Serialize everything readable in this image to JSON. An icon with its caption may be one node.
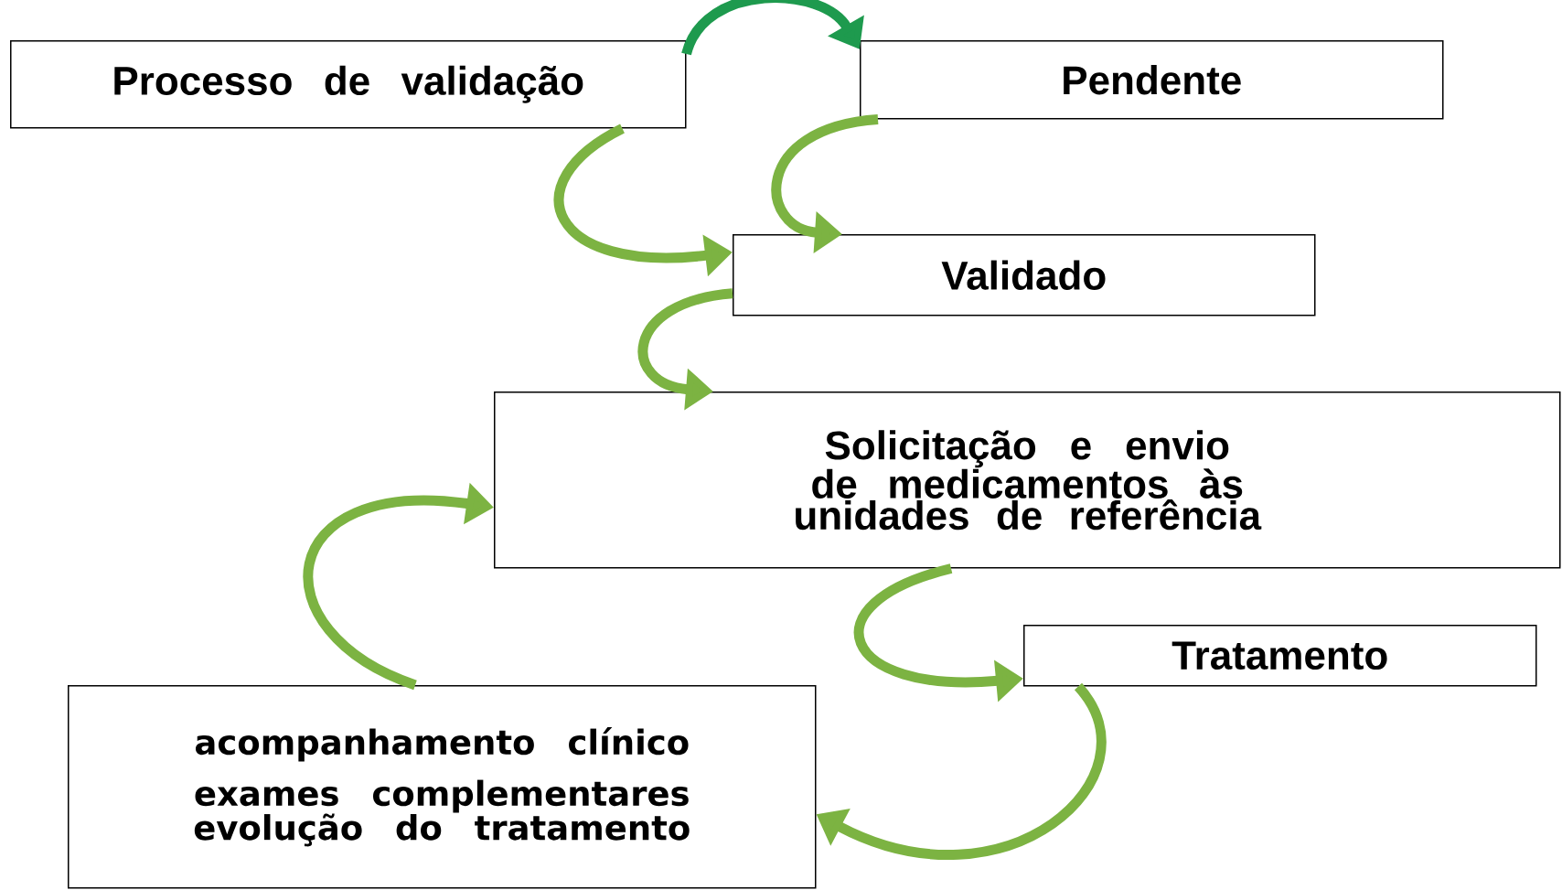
{
  "diagram": {
    "nodes": [
      {
        "text": [
          "Processo de validação"
        ]
      },
      {
        "text": [
          "Pendente"
        ]
      },
      {
        "text": [
          "Validado"
        ]
      },
      {
        "text": [
          "Solicitação e envio de medicamentos às unidades de referência"
        ]
      },
      {
        "text": [
          "Tratamento"
        ]
      },
      {
        "text": [
          "acompanhamento clínico",
          "exames complementares",
          "evolução do tratamento"
        ]
      }
    ],
    "edges": [
      {
        "from": 0,
        "to": 1,
        "arrow": "to",
        "color": "#1e9a4e"
      },
      {
        "from": 1,
        "to": 2,
        "arrow": "to"
      },
      {
        "from": 0,
        "to": 2,
        "arrow": "to"
      },
      {
        "from": 2,
        "to": 3,
        "arrow": "to"
      },
      {
        "from": 3,
        "to": 4,
        "arrow": "to"
      },
      {
        "from": 4,
        "to": 5,
        "arrow": "to"
      },
      {
        "from": 5,
        "to": 3,
        "arrow": "to"
      }
    ]
  }
}
